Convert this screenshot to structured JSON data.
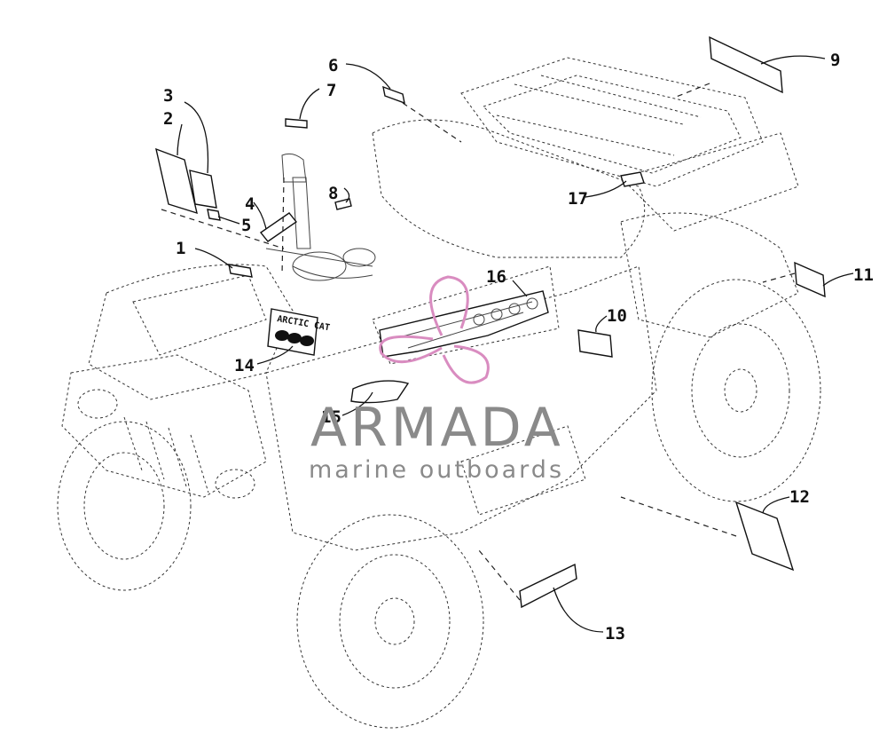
{
  "diagram": {
    "callouts": [
      "1",
      "2",
      "3",
      "4",
      "5",
      "6",
      "7",
      "8",
      "9",
      "10",
      "11",
      "12",
      "13",
      "14",
      "15",
      "16",
      "17"
    ]
  },
  "decal_14_text": "ARCTIC CAT",
  "watermark": {
    "brand": "ARMADA",
    "tagline": "marine outboards",
    "color": "#8a8a8a",
    "logo_color": "#d98cc0"
  }
}
